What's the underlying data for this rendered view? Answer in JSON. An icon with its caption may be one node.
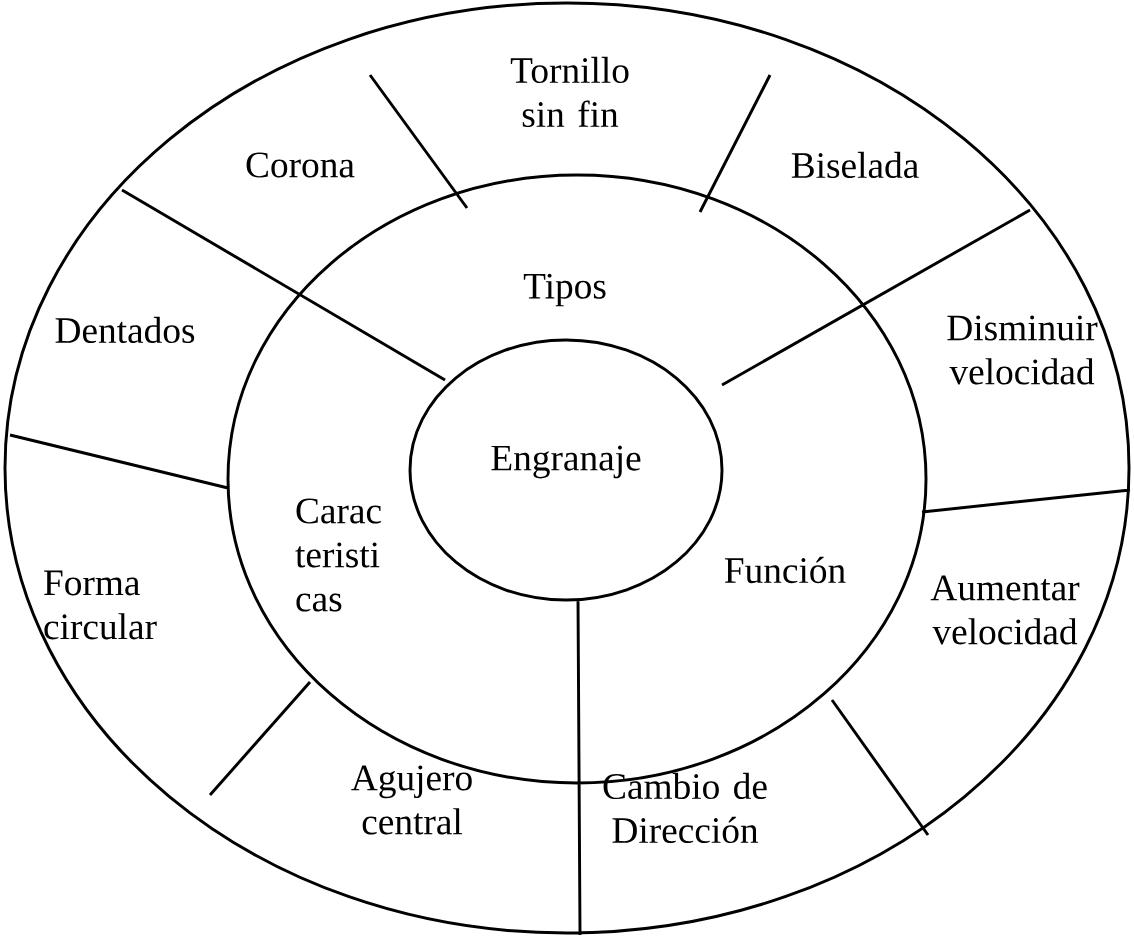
{
  "diagram": {
    "nodes": [
      {
        "text": [
          "Tornillo sin fin"
        ]
      },
      {
        "text": [
          "Corona"
        ]
      },
      {
        "text": [
          "Biselada"
        ]
      },
      {
        "text": [
          "Tipos"
        ]
      },
      {
        "text": [
          "Dentados"
        ]
      },
      {
        "text": [
          "Disminuir velocidad"
        ]
      },
      {
        "text": [
          "Engranaje"
        ]
      },
      {
        "text": [
          "Carac teristi cas"
        ]
      },
      {
        "text": [
          "Función"
        ]
      },
      {
        "text": [
          "Forma circular"
        ]
      },
      {
        "text": [
          "Aumentar velocidad"
        ]
      },
      {
        "text": [
          "Agujero central"
        ]
      },
      {
        "text": [
          "Cambio de Dirección"
        ]
      }
    ]
  }
}
